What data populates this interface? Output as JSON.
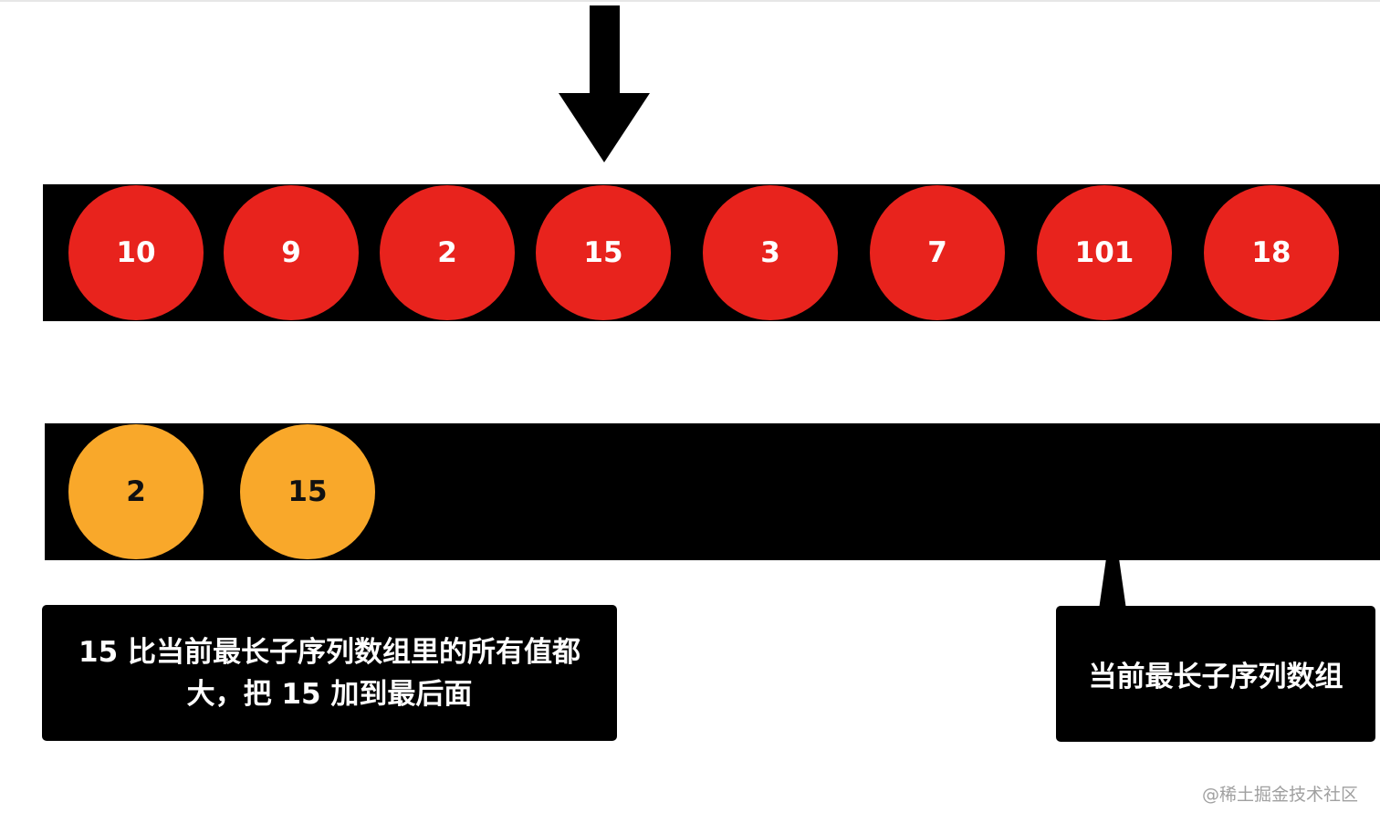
{
  "input_array": {
    "items": [
      "10",
      "9",
      "2",
      "15",
      "3",
      "7",
      "101",
      "18"
    ],
    "current_index": 3
  },
  "lis_array": {
    "items": [
      "2",
      "15"
    ]
  },
  "callouts": {
    "explanation_line1": "15 比当前最长子序列数组里的所有值都",
    "explanation_line2": "大，把 15 加到最后面",
    "lis_label": "当前最长子序列数组"
  },
  "watermark": "@稀土掘金技术社区",
  "colors": {
    "input_circle": "#e8231d",
    "lis_circle": "#f9a82a",
    "bar": "#000000"
  }
}
